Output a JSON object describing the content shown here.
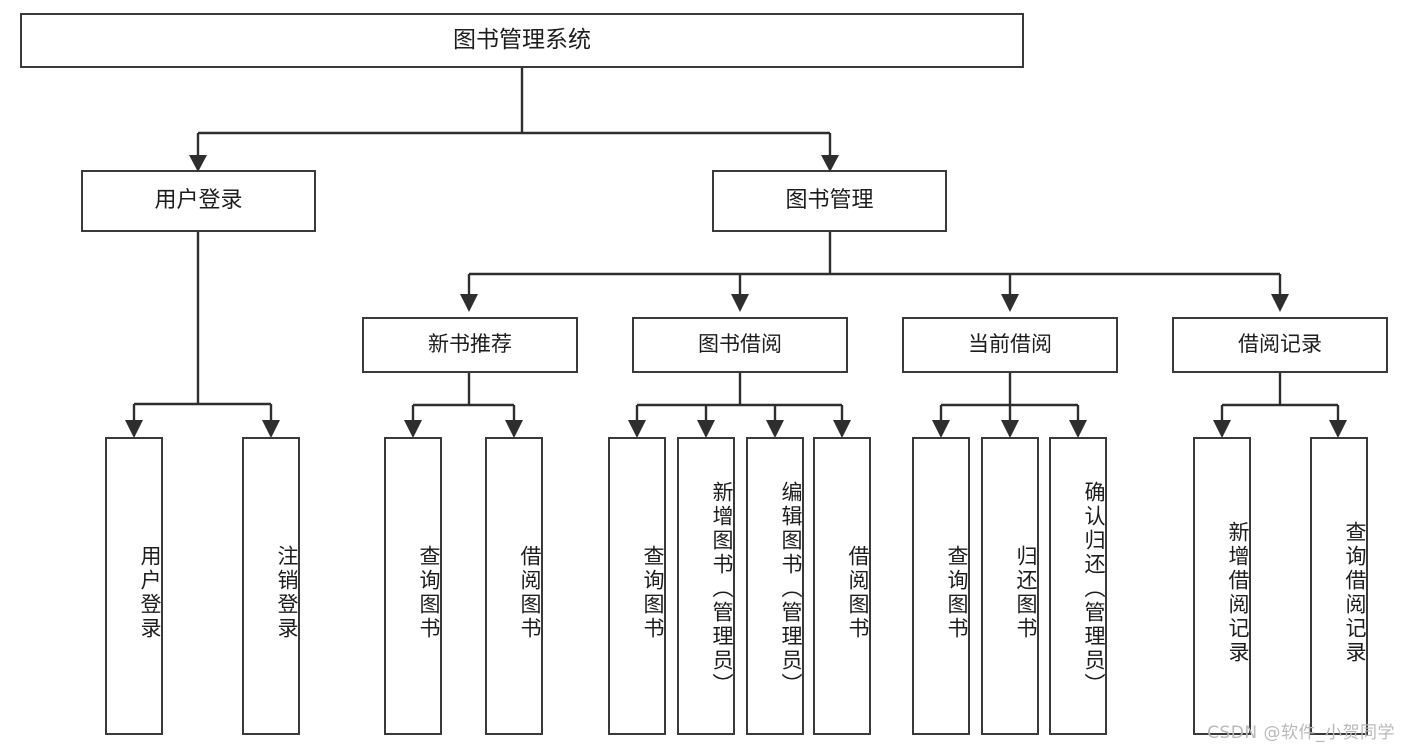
{
  "diagram": {
    "title": "图书管理系统",
    "watermark": "CSDN @软件_小贺同学",
    "colors": {
      "box_border": "#3a3a3a",
      "edge": "#2e2e2e",
      "background": "#ffffff",
      "text": "#1d1d1d",
      "watermark": "#b9b9b9"
    },
    "root": {
      "label": "图书管理系统"
    },
    "level2": [
      {
        "label": "用户登录"
      },
      {
        "label": "图书管理"
      }
    ],
    "level3": [
      {
        "label": "新书推荐"
      },
      {
        "label": "图书借阅"
      },
      {
        "label": "当前借阅"
      },
      {
        "label": "借阅记录"
      }
    ],
    "leaves": {
      "user_login": [
        {
          "label": "用户登录"
        },
        {
          "label": "注销登录"
        }
      ],
      "new_book": [
        {
          "label": "查询图书"
        },
        {
          "label": "借阅图书"
        }
      ],
      "book_borrow": [
        {
          "label": "查询图书"
        },
        {
          "label": "新增图书（管理员）"
        },
        {
          "label": "编辑图书（管理员）"
        },
        {
          "label": "借阅图书"
        }
      ],
      "current_borrow": [
        {
          "label": "查询图书"
        },
        {
          "label": "归还图书"
        },
        {
          "label": "确认归还（管理员）"
        }
      ],
      "borrow_record": [
        {
          "label": "新增借阅记录"
        },
        {
          "label": "查询借阅记录"
        }
      ]
    }
  }
}
